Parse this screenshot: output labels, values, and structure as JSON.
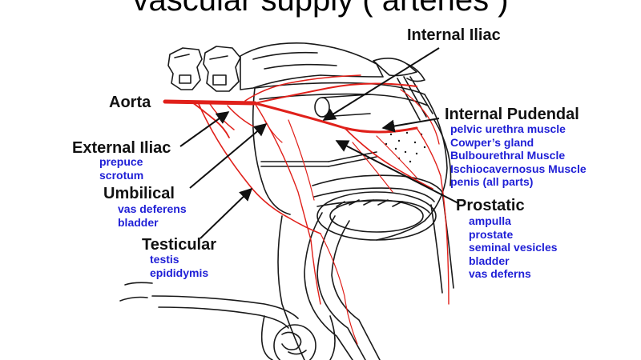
{
  "title": "vascular supply ( arteries )",
  "labels": {
    "internal_iliac": "Internal Iliac",
    "aorta": "Aorta",
    "internal_pudendal": "Internal Pudendal",
    "external_iliac": "External Iliac",
    "umbilical": "Umbilical",
    "testicular": "Testicular",
    "prostatic": "Prostatic"
  },
  "supplies": {
    "internal_pudendal": [
      "pelvic urethra muscle",
      "Cowper’s gland",
      "Bulbourethral Muscle",
      "Ischiocavernosus Muscle",
      "penis (all parts)"
    ],
    "external_iliac": [
      "prepuce",
      "scrotum"
    ],
    "umbilical": [
      "vas deferens",
      "bladder"
    ],
    "testicular": [
      "testis",
      "epididymis"
    ],
    "prostatic": [
      "ampulla",
      "prostate",
      "seminal vesicles",
      "bladder",
      "vas deferns"
    ]
  },
  "colors": {
    "artery": "#e0201a",
    "outline": "#1a1a1a",
    "supply_text": "#1f1fd6"
  }
}
